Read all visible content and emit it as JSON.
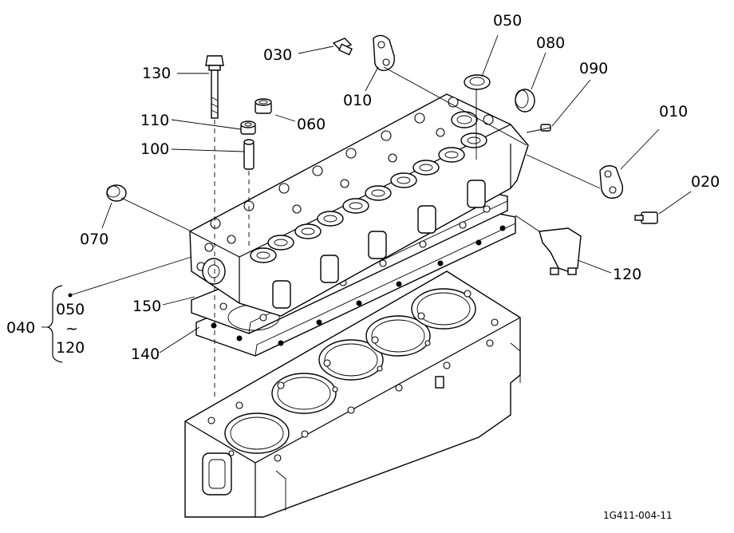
{
  "callouts": {
    "c010a": "010",
    "c010b": "010",
    "c020": "020",
    "c030": "030",
    "c040": "040",
    "c050": "050",
    "c060": "060",
    "c070": "070",
    "c080": "080",
    "c090": "090",
    "c100": "100",
    "c110": "110",
    "c120": "120",
    "c130": "130",
    "c140": "140",
    "c150": "150"
  },
  "group": {
    "from": "050",
    "tilde": "~",
    "to": "120"
  },
  "drawing_code": "1G411-004-11"
}
